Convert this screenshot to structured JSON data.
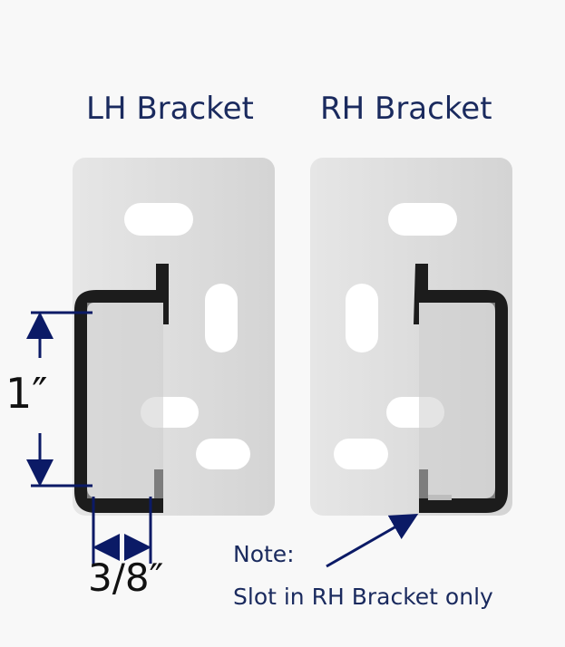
{
  "labels": {
    "lh_bracket": "LH Bracket",
    "rh_bracket": "RH Bracket",
    "height_dimension": "1″",
    "width_dimension": "3/8″",
    "note_title": "Note:",
    "note_body": "Slot in RH Bracket only"
  },
  "colors": {
    "background": "#f8f8f8",
    "bracket_plate": "#dedede",
    "bracket_hole": "#ffffff",
    "bracket_channel": "#1c1c1c",
    "text_navy": "#1a2a5e",
    "dimension_lines": "#0b1a66"
  }
}
